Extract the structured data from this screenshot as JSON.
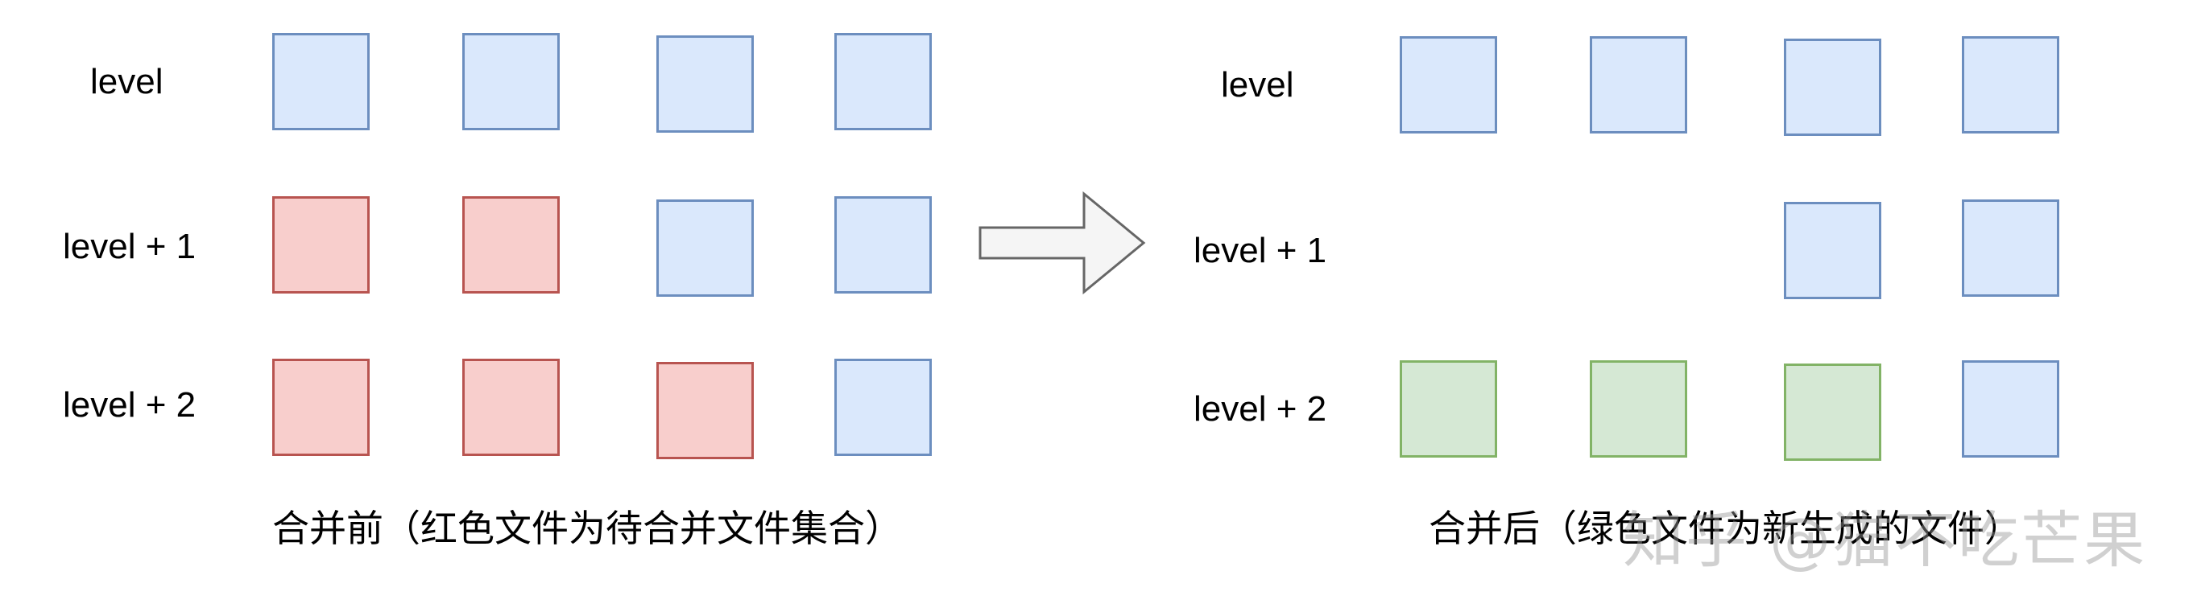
{
  "before": {
    "row_labels": [
      "level",
      "level + 1",
      "level + 2"
    ],
    "rows": [
      [
        "blue",
        "blue",
        "blue",
        "blue"
      ],
      [
        "red",
        "red",
        "blue",
        "blue"
      ],
      [
        "red",
        "red",
        "red",
        "blue"
      ]
    ],
    "caption": "合并前（红色文件为待合并文件集合）"
  },
  "after": {
    "row_labels": [
      "level",
      "level + 1",
      "level + 2"
    ],
    "rows": [
      [
        "blue",
        "blue",
        "blue",
        "blue"
      ],
      [
        null,
        null,
        "blue",
        "blue"
      ],
      [
        "green",
        "green",
        "green",
        "blue"
      ]
    ],
    "caption": "合并后（绿色文件为新生成的文件）"
  },
  "watermark": "知乎 @猫不吃芒果",
  "colors": {
    "blue_fill": "#dae8fc",
    "blue_stroke": "#6c8ebf",
    "red_fill": "#f8cecc",
    "red_stroke": "#b85450",
    "green_fill": "#d5e8d4",
    "green_stroke": "#82b366",
    "arrow_fill": "#f5f5f5",
    "arrow_stroke": "#666666"
  }
}
